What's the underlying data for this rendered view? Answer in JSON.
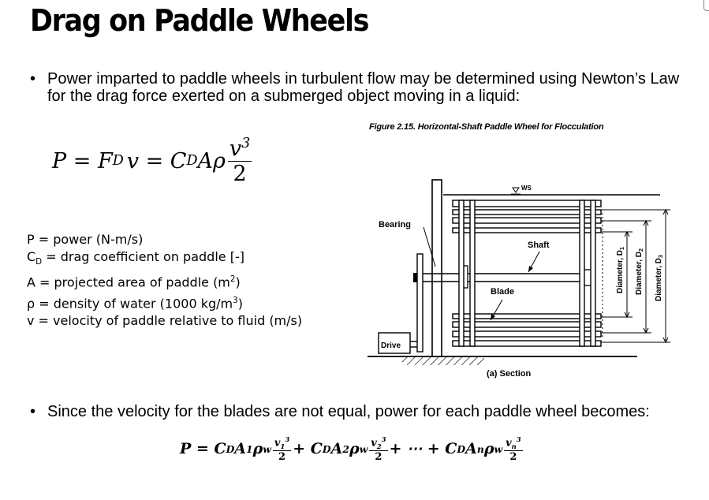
{
  "title": "Drag on Paddle Wheels",
  "bullet1": "Power imparted to paddle wheels in turbulent flow may be determined using Newton’s Law for the drag force exerted on a submerged object moving in a liquid:",
  "bullet2": "Since the velocity for the blades are not equal, power for each paddle wheel becomes:",
  "bullet_char": "•",
  "equation1": {
    "lhs": "P = F",
    "lhs_sub": "D",
    "v": "v = C",
    "cd_sub": "D",
    "rest": "Aρ",
    "num": "v",
    "num_sup": "3",
    "den": "2"
  },
  "definitions": {
    "P": "P = power (N-m/s)",
    "CD_a": "C",
    "CD_sub": "D",
    "CD_b": " = drag coefficient on paddle [-]",
    "A_a": "A = projected area of paddle (m",
    "A_sup": "2",
    "A_b": ")",
    "rho_a": "ρ = density of water (1000 kg/m",
    "rho_sup": "3",
    "rho_b": ")",
    "v": "v = velocity of paddle relative to fluid (m/s)"
  },
  "figure": {
    "caption": "Figure 2.15.  Horizontal-Shaft Paddle Wheel for Flocculation",
    "ws": "WS",
    "bearing": "Bearing",
    "shaft": "Shaft",
    "blade": "Blade",
    "drive": "Drive",
    "section": "(a)  Section",
    "d1": "Diameter, D",
    "d1_sub": "1",
    "d2": "Diameter, D",
    "d2_sub": "2",
    "d3": "Diameter, D",
    "d3_sub": "3"
  },
  "equation2": {
    "lhs": "P = ",
    "t1": "C",
    "t1_s1": "D",
    "t1_a": "A",
    "t1_s2": "1",
    "t1_r": "ρ",
    "t1_s3": "w",
    "f1_num": "v",
    "f1_sub": "1",
    "f1_sup": "3",
    "f1_den": "2",
    "plus1": "+ ",
    "t2": "C",
    "t2_s1": "D",
    "t2_a": "A",
    "t2_s2": "2",
    "t2_r": "ρ",
    "t2_s3": "w",
    "f2_num": "v",
    "f2_sub": "2",
    "f2_sup": "3",
    "f2_den": "2",
    "dots": "+ ⋯ + ",
    "t3": "C",
    "t3_s1": "D",
    "t3_a": "A",
    "t3_s2": "n",
    "t3_r": "ρ",
    "t3_s3": "w",
    "f3_num": "v",
    "f3_sub": "n",
    "f3_sup": "3",
    "f3_den": "2"
  }
}
